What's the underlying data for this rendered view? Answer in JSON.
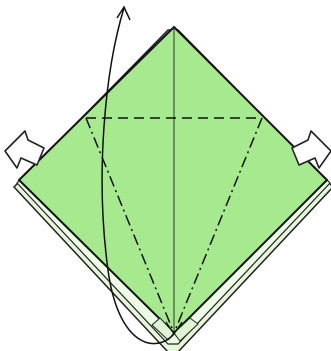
{
  "diagram": {
    "type": "origami-fold-diagram",
    "colors": {
      "paper_front": "#a6e98f",
      "paper_back": "#e6f7dc",
      "outline": "#222222",
      "fold_line": "#111111",
      "arrow_fill": "#ffffff"
    },
    "elements": [
      {
        "name": "folded-paper-diamond",
        "kind": "paper"
      },
      {
        "name": "center-crease",
        "kind": "crease"
      },
      {
        "name": "horizontal-valley-fold-line",
        "kind": "valley-fold"
      },
      {
        "name": "left-mountain-fold-line",
        "kind": "mountain-fold"
      },
      {
        "name": "right-mountain-fold-line",
        "kind": "mountain-fold"
      },
      {
        "name": "lift-up-arrow",
        "kind": "arrow"
      },
      {
        "name": "push-in-left-arrow-icon",
        "kind": "push-arrow"
      },
      {
        "name": "push-in-right-arrow-icon",
        "kind": "push-arrow"
      }
    ]
  }
}
